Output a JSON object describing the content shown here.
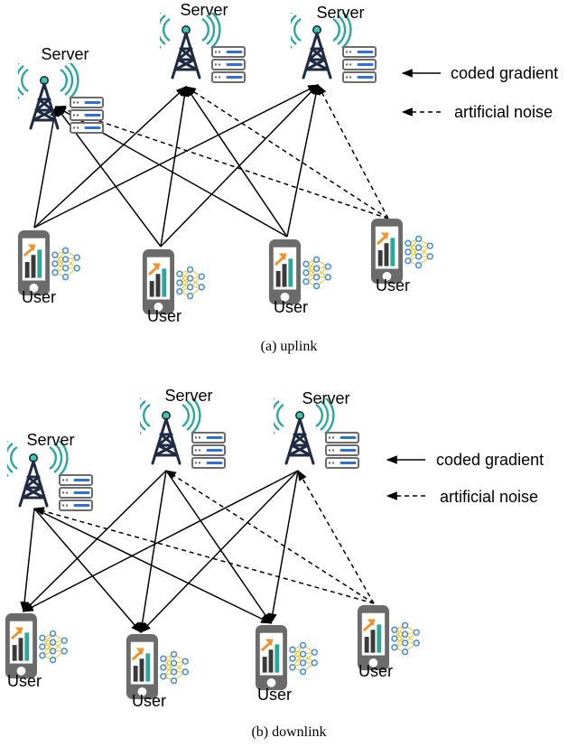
{
  "panels": [
    {
      "caption": "(a) uplink",
      "server_label": "Server",
      "user_label": "User",
      "legend": {
        "solid_label": "coded gradient",
        "dashed_label": "artificial noise"
      }
    },
    {
      "caption": "(b) downlink",
      "server_label": "Server",
      "user_label": "User",
      "legend": {
        "solid_label": "coded gradient",
        "dashed_label": "artificial noise"
      }
    }
  ],
  "colors": {
    "tower": "#1f2a44",
    "waves": "#2aa89a",
    "tower_dot": "#40c9a9",
    "server_box": "#6b6b6b",
    "server_bar": "#2e6fd8",
    "phone": "#6b6b6b",
    "bar_dark": "#3a3a3a",
    "bar_teal": "#2aa89a",
    "arrow_orange": "#f0932b",
    "nn_blue": "#4a90e2",
    "nn_yellow": "#f5c518"
  },
  "icons": {
    "server": "antenna-tower-with-server-rack-icon",
    "user": "smartphone-with-neural-network-icon"
  }
}
